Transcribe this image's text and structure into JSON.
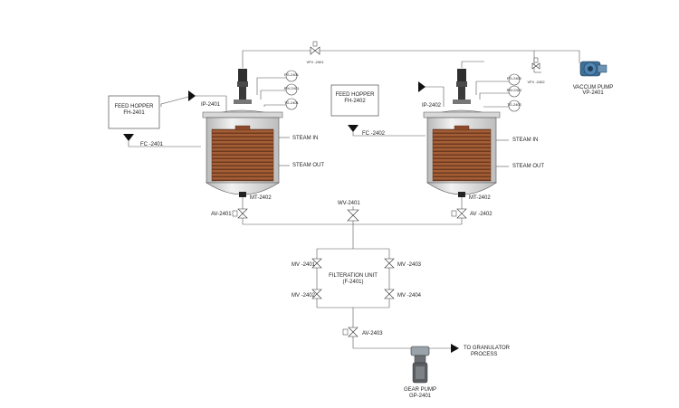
{
  "feed_hoppers": [
    {
      "line1": "FEED HOPPER",
      "line2": "FH-2401"
    },
    {
      "line1": "FEED HOPPER",
      "line2": "FH-2402"
    }
  ],
  "flow_controllers": [
    "FC -2401",
    "FC -2402"
  ],
  "ip_labels": [
    "IP-2401",
    "IP-2402"
  ],
  "instruments": {
    "left": [
      "PG-2401",
      "RIV-2401",
      "TG-2401"
    ],
    "right": [
      "PG-2402",
      "RIV-2402",
      "TG-2402"
    ]
  },
  "vent_valves": [
    "VFV -2401",
    "VFV -2402"
  ],
  "steam_in": [
    "STEAM IN",
    "STEAM IN"
  ],
  "steam_out": [
    "STEAM OUT",
    "STEAM OUT"
  ],
  "mt_labels": [
    "MT-2402",
    "MT-2402"
  ],
  "av_labels": [
    "AV-2401",
    "AV -2402",
    "AV-2403"
  ],
  "wv_label": "WV-2401",
  "mv_labels": [
    "MV -2401",
    "MV -2403",
    "MV -2402",
    "MV -2404"
  ],
  "filter_unit": {
    "line1": "FILTERATION UNIT",
    "line2": "(F-2401)"
  },
  "vacuum_pump": {
    "line1": "VACCUM PUMP",
    "line2": "VP-2401"
  },
  "to_granulator": {
    "line1": "TO GRANULATOR",
    "line2": "PROCESS"
  },
  "gear_pump": {
    "line1": "GEAR PUMP",
    "line2": "GP-2401"
  },
  "colors": {
    "line": "#555555",
    "coil": "#8b4a2b",
    "vessel": "#e2e2e2",
    "pump": "#3d6f96"
  }
}
